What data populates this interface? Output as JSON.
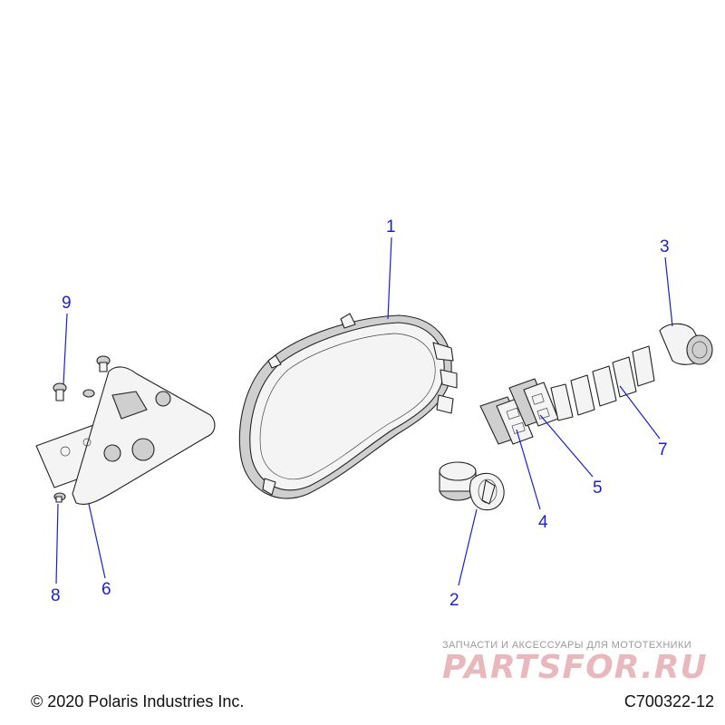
{
  "callouts": [
    {
      "id": "1",
      "label": "1"
    },
    {
      "id": "2",
      "label": "2"
    },
    {
      "id": "3",
      "label": "3"
    },
    {
      "id": "4",
      "label": "4"
    },
    {
      "id": "5",
      "label": "5"
    },
    {
      "id": "6",
      "label": "6"
    },
    {
      "id": "7",
      "label": "7"
    },
    {
      "id": "8",
      "label": "8"
    },
    {
      "id": "9",
      "label": "9"
    }
  ],
  "footer": {
    "copyright": "© 2020 Polaris Industries Inc.",
    "drawing_code": "C700322-12"
  },
  "watermark": {
    "tagline": "ЗАПЧАСТИ И АКСЕССУАРЫ ДЛЯ МОТОТЕХНИКИ",
    "logo": "PARTSFOR.RU"
  },
  "colors": {
    "callout": "#1a1fd6",
    "line_art": "#222222",
    "watermark": "#e8b8bd"
  }
}
